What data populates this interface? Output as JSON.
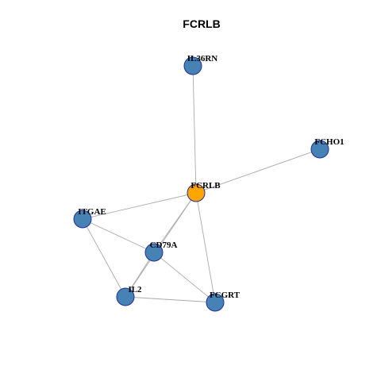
{
  "graph": {
    "title": "FCRLB",
    "nodes": [
      {
        "id": "FCRLB",
        "label": "FCRLB",
        "color": "#FFA500"
      },
      {
        "id": "IL36RN",
        "label": "IL36RN",
        "color": "#4682B4"
      },
      {
        "id": "FCHO1",
        "label": "FCHO1",
        "color": "#4682B4"
      },
      {
        "id": "ITGAE",
        "label": "ITGAE",
        "color": "#4682B4"
      },
      {
        "id": "CD79A",
        "label": "CD79A",
        "color": "#4682B4"
      },
      {
        "id": "IL2",
        "label": "IL2",
        "color": "#4682B4"
      },
      {
        "id": "FCGRT",
        "label": "FCGRT",
        "color": "#4682B4"
      }
    ],
    "edges": [
      {
        "source": "FCRLB",
        "target": "IL36RN"
      },
      {
        "source": "FCRLB",
        "target": "FCHO1"
      },
      {
        "source": "FCRLB",
        "target": "ITGAE"
      },
      {
        "source": "FCRLB",
        "target": "CD79A"
      },
      {
        "source": "FCRLB",
        "target": "IL2"
      },
      {
        "source": "FCRLB",
        "target": "FCGRT"
      },
      {
        "source": "ITGAE",
        "target": "CD79A"
      },
      {
        "source": "ITGAE",
        "target": "IL2"
      },
      {
        "source": "CD79A",
        "target": "IL2"
      },
      {
        "source": "CD79A",
        "target": "FCGRT"
      },
      {
        "source": "IL2",
        "target": "FCGRT"
      }
    ]
  }
}
